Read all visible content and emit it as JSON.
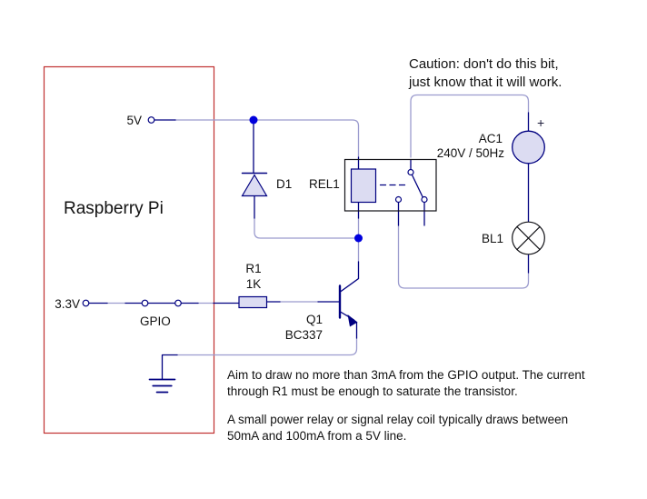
{
  "diagram": {
    "labels": {
      "supply_5v": "5V",
      "supply_3v3": "3.3V",
      "gpio": "GPIO",
      "board": "Raspberry Pi",
      "diode": "D1",
      "relay": "REL1",
      "resistor_name": "R1",
      "resistor_value": "1K",
      "transistor_name": "Q1",
      "transistor_value": "BC337",
      "source_name": "AC1",
      "source_value": "240V / 50Hz",
      "source_polarity": "+",
      "lamp": "BL1"
    },
    "notes": {
      "caution_line1": "Caution: don't do this bit,",
      "caution_line2": "just know that it will work.",
      "note1_line1": "Aim to draw no more than 3mA from the GPIO output. The current",
      "note1_line2": "through R1 must be enough to saturate the transistor.",
      "note2_line1": "A small power relay or signal relay coil typically draws between",
      "note2_line2": "50mA and 100mA from a 5V line."
    },
    "colors": {
      "wire": "#9b9bce",
      "pin": "#000080",
      "outline": "#131318",
      "board_outline": "#c03030",
      "junction": "#0000dd",
      "component_fill": "#dcdcf2"
    }
  }
}
